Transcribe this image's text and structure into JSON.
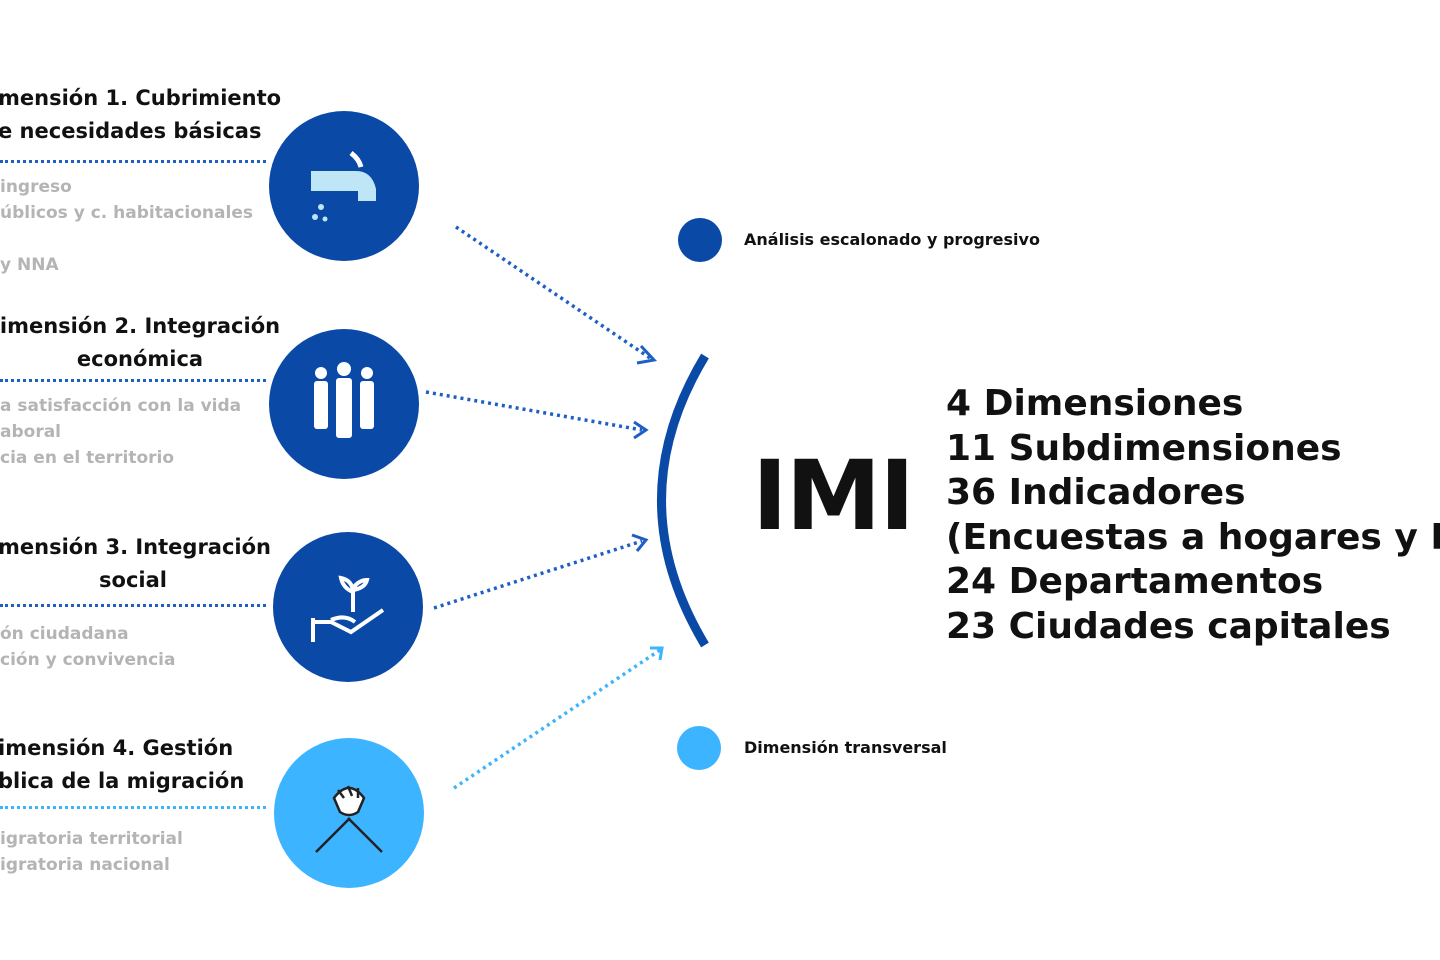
{
  "dimensions": [
    {
      "title_lines": [
        "mensión 1. Cubrimiento",
        "e necesidades básicas"
      ],
      "items": [
        "ingreso",
        "úblicos y c. habitacionales",
        "",
        "y NNA"
      ],
      "icon": "water-tap-icon"
    },
    {
      "title_lines": [
        "imensión 2. Integración",
        "económica"
      ],
      "items": [
        "a satisfacción con la vida",
        "aboral",
        "cia en el territorio"
      ],
      "icon": "people-icon"
    },
    {
      "title_lines": [
        "mensión 3. Integración",
        "social"
      ],
      "items": [
        "ón ciudadana",
        "ción  y convivencia"
      ],
      "icon": "hand-plant-icon"
    },
    {
      "title_lines": [
        "imensión 4. Gestión",
        "blica de  la migración"
      ],
      "items": [
        "igratoria territorial",
        "igratoria nacional"
      ],
      "icon": "handshake-icon"
    }
  ],
  "legend": [
    {
      "label": "Análisis escalonado y progresivo",
      "color": "#0a4aa6"
    },
    {
      "label": "Dimensión transversal",
      "color": "#3db4ff"
    }
  ],
  "center": {
    "title": "IMI",
    "stats": [
      "4 Dimensiones",
      "11 Subdimensiones",
      "36 Indicadores",
      "(Encuestas a hogares y R.A",
      "24 Departamentos",
      "23 Ciudades capitales"
    ]
  },
  "colors": {
    "dark_blue": "#0a4aa6",
    "light_blue": "#3db4ff"
  }
}
